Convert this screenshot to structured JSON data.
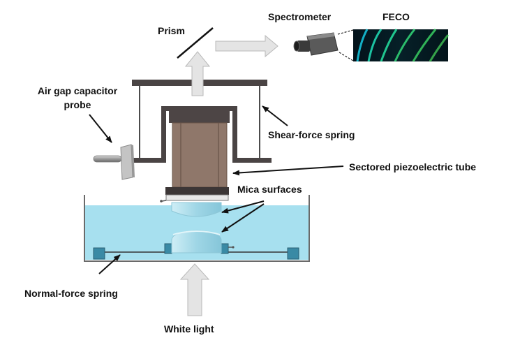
{
  "labels": {
    "prism": "Prism",
    "spectrometer": "Spectrometer",
    "feco": "FECO",
    "capacitor_line1": "Air gap capacitor",
    "capacitor_line2": "probe",
    "shear_spring": "Shear-force spring",
    "piezo_tube": "Sectored piezoelectric tube",
    "mica": "Mica surfaces",
    "normal_spring": "Normal-force spring",
    "white_light": "White light"
  },
  "colors": {
    "liquid": "#a7e0ef",
    "frame": "#4a4444",
    "piezo": "#8f776a",
    "arrow_fill": "#e4e4e4",
    "arrow_stroke": "#b9b9b9",
    "feco_band": "#1fd6b0"
  }
}
